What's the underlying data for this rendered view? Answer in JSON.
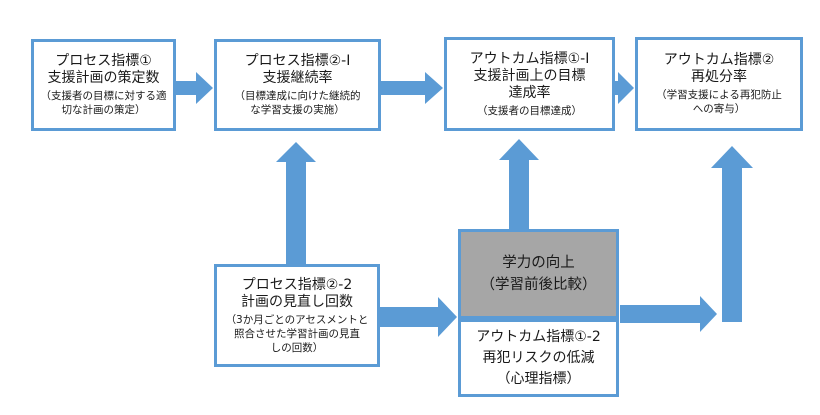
{
  "boxes": {
    "p1": {
      "lines": [
        "プロセス指標①",
        "支援計画の策定数"
      ],
      "sub": [
        "（支援者の目標に対する適",
        "切な計画の策定）"
      ]
    },
    "p2_1": {
      "lines": [
        "プロセス指標②-Ⅰ",
        "支援継続率"
      ],
      "sub": [
        "（目標達成に向けた継続的",
        "な学習支援の実施）"
      ]
    },
    "o1_1": {
      "lines": [
        "アウトカム指標①-Ⅰ",
        "支援計画上の目標",
        "達成率"
      ],
      "sub": [
        "（支援者の目標達成）"
      ]
    },
    "o2": {
      "lines": [
        "アウトカム指標②",
        "再処分率"
      ],
      "sub": [
        "（学習支援による再犯防止",
        "への寄与）"
      ]
    },
    "p2_2": {
      "lines": [
        "プロセス指標②-2",
        "計画の見直し回数"
      ],
      "sub": [
        "（3か月ごとのアセスメントと",
        "照合させた学習計画の見直",
        "しの回数）"
      ]
    },
    "gain": {
      "lines": [
        "学力の向上",
        "（学習前後比較）"
      ]
    },
    "o1_2": {
      "lines": [
        "アウトカム指標①-2",
        "再犯リスクの低減",
        "（心理指標）"
      ]
    }
  },
  "colors": {
    "arrow": "#5b9bd5",
    "border": "#5b9bd5",
    "highlight": "#a6a6a6"
  }
}
